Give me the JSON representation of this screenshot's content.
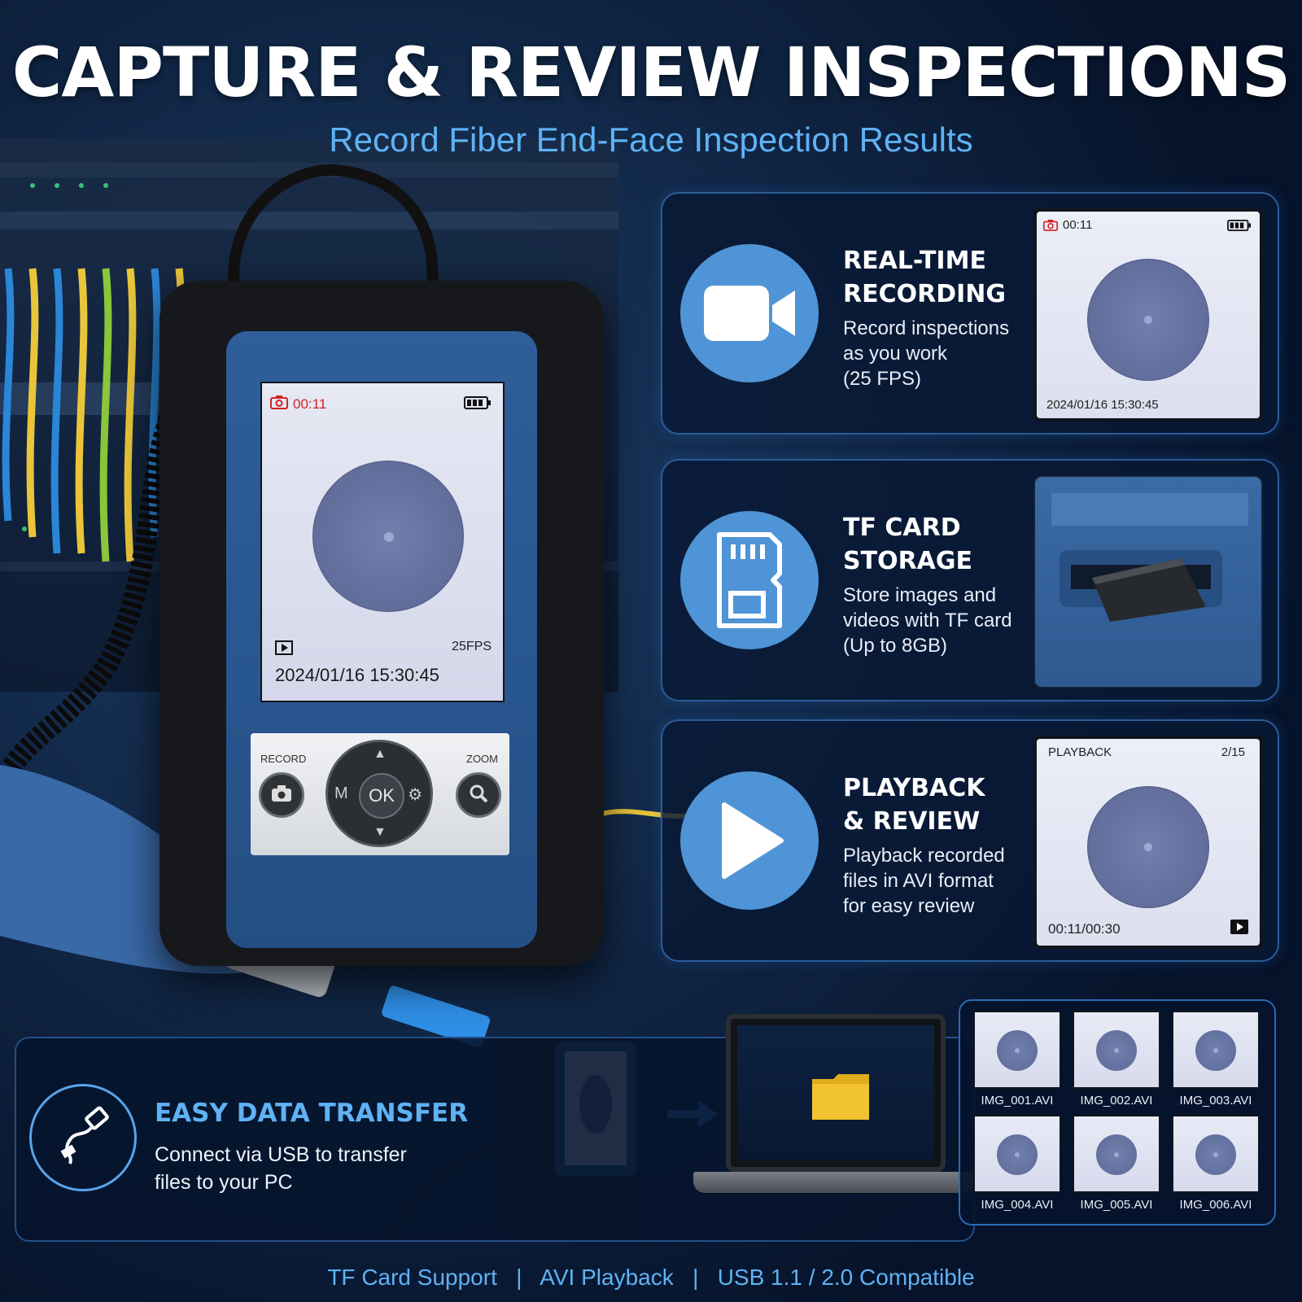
{
  "header": {
    "title": "CAPTURE & REVIEW INSPECTIONS",
    "subtitle": "Record Fiber End-Face Inspection Results"
  },
  "device": {
    "rec_time": "00:11",
    "fps": "25FPS",
    "datetime": "2024/01/16  15:30:45",
    "record_label": "RECORD",
    "zoom_label": "ZOOM",
    "ok_label": "OK",
    "m_label": "M"
  },
  "features": [
    {
      "title_line1": "REAL-TIME",
      "title_line2": "RECORDING",
      "desc": [
        "Record inspections",
        "as you work",
        "(25 FPS)"
      ],
      "screen": {
        "rec_time": "00:11",
        "datetime": "2024/01/16  15:30:45"
      }
    },
    {
      "title_line1": "TF CARD",
      "title_line2": "STORAGE",
      "desc": [
        "Store images and",
        "videos with TF card",
        "(Up to 8GB)"
      ]
    },
    {
      "title_line1": "PLAYBACK",
      "title_line2": "& REVIEW",
      "desc": [
        "Playback recorded",
        "files in AVI format",
        "for easy review"
      ],
      "screen": {
        "mode": "PLAYBACK",
        "index": "2/15",
        "progress": "00:11/00:30"
      }
    }
  ],
  "transfer": {
    "title": "EASY DATA TRANSFER",
    "desc": [
      "Connect via USB to transfer",
      "files to your PC"
    ]
  },
  "files": [
    "IMG_001.AVI",
    "IMG_002.AVI",
    "IMG_003.AVI",
    "IMG_004.AVI",
    "IMG_005.AVI",
    "IMG_006.AVI"
  ],
  "footer": {
    "item1": "TF Card Support",
    "item2": "AVI Playback",
    "item3": "USB 1.1 / 2.0 Compatible",
    "separator": "|"
  },
  "colors": {
    "background": "#07152b",
    "accent_blue": "#5fb2f4",
    "icon_circle": "#4f94d6",
    "device_blue": "#2e5f9a",
    "folder_yellow": "#f2c431",
    "record_red": "#d02424"
  }
}
